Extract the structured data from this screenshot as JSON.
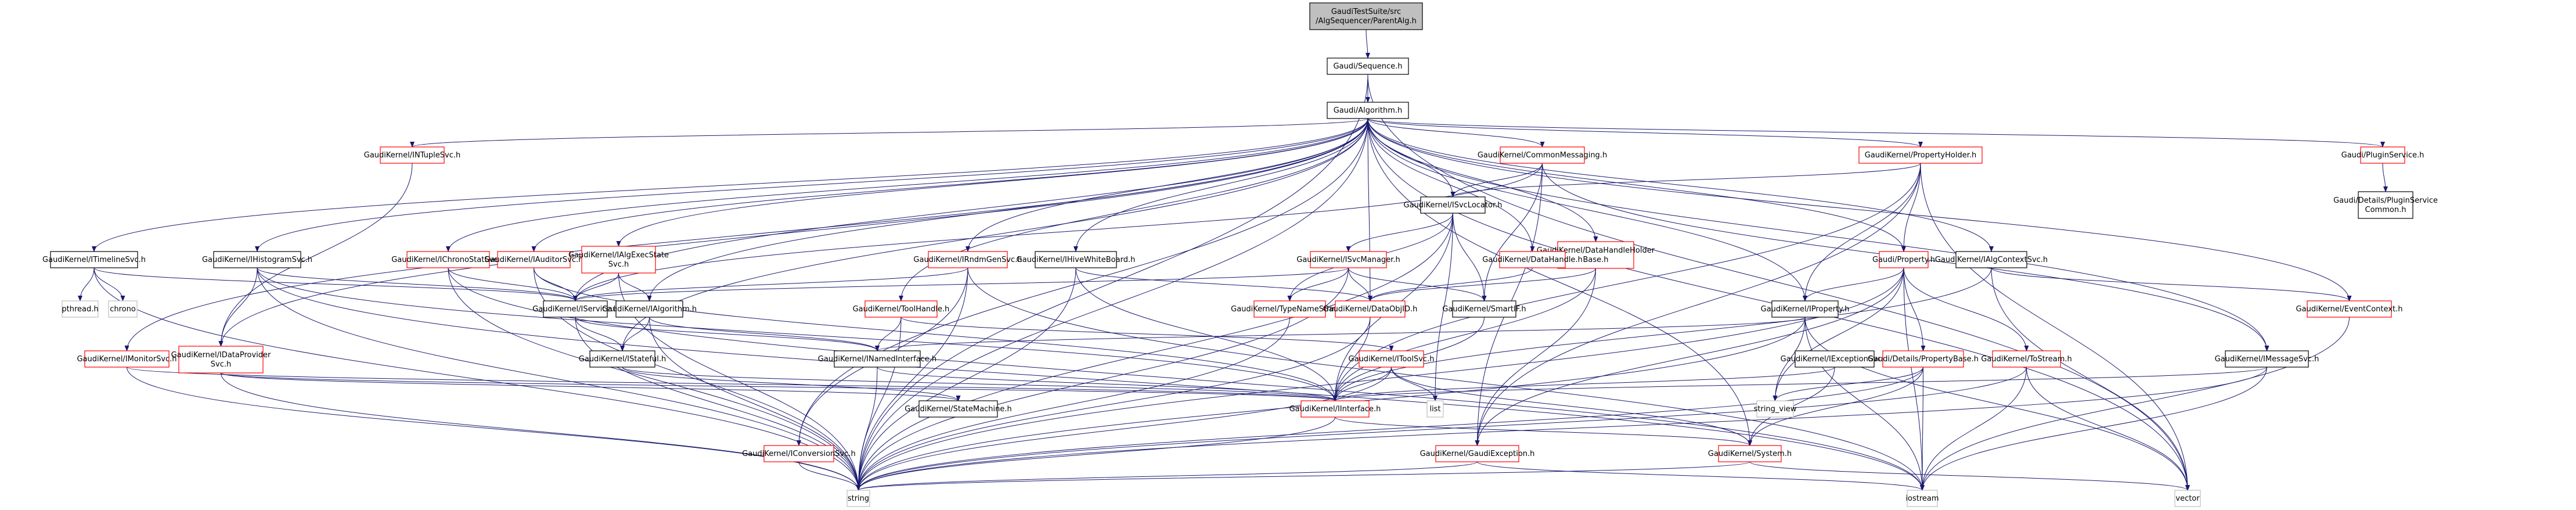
{
  "graph": {
    "title": "Include dependency graph for GaudiTestSuite/src/AlgSequencer/ParentAlg.h",
    "colors": {
      "edge": "#191970",
      "root_fill": "#bfbfbf",
      "root_border": "#000000",
      "documented_border": "#000000",
      "incomplete_border": "#ff0000",
      "system_border": "#bfbfbf",
      "fill": "#ffffff"
    },
    "nodes": [
      {
        "id": "root",
        "label": [
          "GaudiTestSuite/src",
          "/AlgSequencer/ParentAlg.h"
        ],
        "kind": "root"
      },
      {
        "id": "seq",
        "label": [
          "Gaudi/Sequence.h"
        ],
        "kind": "documented"
      },
      {
        "id": "alg",
        "label": [
          "Gaudi/Algorithm.h"
        ],
        "kind": "documented"
      },
      {
        "id": "ntuple",
        "label": [
          "GaudiKernel/INTupleSvc.h"
        ],
        "kind": "incomplete"
      },
      {
        "id": "common",
        "label": [
          "GaudiKernel/CommonMessaging.h"
        ],
        "kind": "incomplete"
      },
      {
        "id": "propholder",
        "label": [
          "GaudiKernel/PropertyHolder.h"
        ],
        "kind": "incomplete"
      },
      {
        "id": "plugin",
        "label": [
          "Gaudi/PluginService.h"
        ],
        "kind": "incomplete"
      },
      {
        "id": "plugincommon",
        "label": [
          "Gaudi/Details/PluginService",
          "Common.h"
        ],
        "kind": "documented"
      },
      {
        "id": "timeline",
        "label": [
          "GaudiKernel/ITimelineSvc.h"
        ],
        "kind": "documented"
      },
      {
        "id": "histo",
        "label": [
          "GaudiKernel/IHistogramSvc.h"
        ],
        "kind": "documented"
      },
      {
        "id": "chrono",
        "label": [
          "GaudiKernel/IChronoStatSvc.h"
        ],
        "kind": "incomplete"
      },
      {
        "id": "auditor",
        "label": [
          "GaudiKernel/IAuditorSvc.h"
        ],
        "kind": "incomplete"
      },
      {
        "id": "algexec",
        "label": [
          "GaudiKernel/IAlgExecState",
          "Svc.h"
        ],
        "kind": "incomplete"
      },
      {
        "id": "rndm",
        "label": [
          "GaudiKernel/IRndmGenSvc.h"
        ],
        "kind": "incomplete"
      },
      {
        "id": "hive",
        "label": [
          "GaudiKernel/IHiveWhiteBoard.h"
        ],
        "kind": "documented"
      },
      {
        "id": "svcloc",
        "label": [
          "GaudiKernel/ISvcLocator.h"
        ],
        "kind": "documented"
      },
      {
        "id": "svcmgr",
        "label": [
          "GaudiKernel/ISvcManager.h"
        ],
        "kind": "incomplete"
      },
      {
        "id": "dhholder",
        "label": [
          "GaudiKernel/DataHandleHolder",
          "Base.h"
        ],
        "kind": "incomplete"
      },
      {
        "id": "datahandle",
        "label": [
          "GaudiKernel/DataHandle.h"
        ],
        "kind": "incomplete"
      },
      {
        "id": "property",
        "label": [
          "Gaudi/Property.h"
        ],
        "kind": "incomplete"
      },
      {
        "id": "algctx",
        "label": [
          "GaudiKernel/IAlgContextSvc.h"
        ],
        "kind": "documented"
      },
      {
        "id": "pthread",
        "label": [
          "pthread.h"
        ],
        "kind": "system"
      },
      {
        "id": "chronostd",
        "label": [
          "chrono"
        ],
        "kind": "system"
      },
      {
        "id": "iservice",
        "label": [
          "GaudiKernel/IService.h"
        ],
        "kind": "documented"
      },
      {
        "id": "ialgorithm",
        "label": [
          "GaudiKernel/IAlgorithm.h"
        ],
        "kind": "documented"
      },
      {
        "id": "toolhandle",
        "label": [
          "GaudiKernel/ToolHandle.h"
        ],
        "kind": "incomplete"
      },
      {
        "id": "typename",
        "label": [
          "GaudiKernel/TypeNameString.h"
        ],
        "kind": "incomplete"
      },
      {
        "id": "dataobjid",
        "label": [
          "GaudiKernel/DataObjID.h"
        ],
        "kind": "incomplete"
      },
      {
        "id": "smartif",
        "label": [
          "GaudiKernel/SmartIF.h"
        ],
        "kind": "documented"
      },
      {
        "id": "iproperty",
        "label": [
          "GaudiKernel/IProperty.h"
        ],
        "kind": "documented"
      },
      {
        "id": "eventctx",
        "label": [
          "GaudiKernel/EventContext.h"
        ],
        "kind": "incomplete"
      },
      {
        "id": "monitor",
        "label": [
          "GaudiKernel/IMonitorSvc.h"
        ],
        "kind": "incomplete"
      },
      {
        "id": "dataprov",
        "label": [
          "GaudiKernel/IDataProvider",
          "Svc.h"
        ],
        "kind": "incomplete"
      },
      {
        "id": "istateful",
        "label": [
          "GaudiKernel/IStateful.h"
        ],
        "kind": "documented"
      },
      {
        "id": "named",
        "label": [
          "GaudiKernel/INamedInterface.h"
        ],
        "kind": "documented"
      },
      {
        "id": "itoolsvc",
        "label": [
          "GaudiKernel/IToolSvc.h"
        ],
        "kind": "incomplete"
      },
      {
        "id": "iexcept",
        "label": [
          "GaudiKernel/IExceptionSvc.h"
        ],
        "kind": "documented"
      },
      {
        "id": "propbase",
        "label": [
          "Gaudi/Details/PropertyBase.h"
        ],
        "kind": "incomplete"
      },
      {
        "id": "tostream",
        "label": [
          "GaudiKernel/ToStream.h"
        ],
        "kind": "incomplete"
      },
      {
        "id": "imessage",
        "label": [
          "GaudiKernel/IMessageSvc.h"
        ],
        "kind": "documented"
      },
      {
        "id": "statemachine",
        "label": [
          "GaudiKernel/StateMachine.h"
        ],
        "kind": "documented"
      },
      {
        "id": "iinterface",
        "label": [
          "GaudiKernel/IInterface.h"
        ],
        "kind": "incomplete"
      },
      {
        "id": "list",
        "label": [
          "list"
        ],
        "kind": "system"
      },
      {
        "id": "stringview",
        "label": [
          "string_view"
        ],
        "kind": "system"
      },
      {
        "id": "conversion",
        "label": [
          "GaudiKernel/IConversionSvc.h"
        ],
        "kind": "incomplete"
      },
      {
        "id": "exception",
        "label": [
          "GaudiKernel/GaudiException.h"
        ],
        "kind": "incomplete"
      },
      {
        "id": "system",
        "label": [
          "GaudiKernel/System.h"
        ],
        "kind": "incomplete"
      },
      {
        "id": "string",
        "label": [
          "string"
        ],
        "kind": "system"
      },
      {
        "id": "iostream",
        "label": [
          "iostream"
        ],
        "kind": "system"
      },
      {
        "id": "vector",
        "label": [
          "vector"
        ],
        "kind": "system"
      }
    ],
    "edges": [
      [
        "root",
        "seq"
      ],
      [
        "seq",
        "alg"
      ],
      [
        "seq",
        "string"
      ],
      [
        "seq",
        "vector"
      ],
      [
        "alg",
        "ntuple"
      ],
      [
        "alg",
        "common"
      ],
      [
        "alg",
        "propholder"
      ],
      [
        "alg",
        "plugin"
      ],
      [
        "alg",
        "timeline"
      ],
      [
        "alg",
        "histo"
      ],
      [
        "alg",
        "chrono"
      ],
      [
        "alg",
        "auditor"
      ],
      [
        "alg",
        "algexec"
      ],
      [
        "alg",
        "rndm"
      ],
      [
        "alg",
        "hive"
      ],
      [
        "alg",
        "svcloc"
      ],
      [
        "alg",
        "dhholder"
      ],
      [
        "alg",
        "datahandle"
      ],
      [
        "alg",
        "property"
      ],
      [
        "alg",
        "algctx"
      ],
      [
        "alg",
        "iservice"
      ],
      [
        "alg",
        "ialgorithm"
      ],
      [
        "alg",
        "toolhandle"
      ],
      [
        "alg",
        "dataobjid"
      ],
      [
        "alg",
        "iproperty"
      ],
      [
        "alg",
        "eventctx"
      ],
      [
        "alg",
        "monitor"
      ],
      [
        "alg",
        "dataprov"
      ],
      [
        "alg",
        "istateful"
      ],
      [
        "alg",
        "conversion"
      ],
      [
        "alg",
        "imessage"
      ],
      [
        "alg",
        "string"
      ],
      [
        "alg",
        "vector"
      ],
      [
        "alg",
        "system"
      ],
      [
        "plugin",
        "plugincommon"
      ],
      [
        "ntuple",
        "dataprov"
      ],
      [
        "common",
        "svcloc"
      ],
      [
        "common",
        "iservice"
      ],
      [
        "common",
        "imessage"
      ],
      [
        "common",
        "smartif"
      ],
      [
        "common",
        "exception"
      ],
      [
        "propholder",
        "svcloc"
      ],
      [
        "propholder",
        "property"
      ],
      [
        "propholder",
        "iproperty"
      ],
      [
        "propholder",
        "iinterface"
      ],
      [
        "propholder",
        "exception"
      ],
      [
        "propholder",
        "vector"
      ],
      [
        "timeline",
        "pthread"
      ],
      [
        "timeline",
        "chronostd"
      ],
      [
        "timeline",
        "iservice"
      ],
      [
        "timeline",
        "string"
      ],
      [
        "histo",
        "dataprov"
      ],
      [
        "histo",
        "iservice"
      ],
      [
        "histo",
        "string"
      ],
      [
        "histo",
        "iostream"
      ],
      [
        "histo",
        "iinterface"
      ],
      [
        "chrono",
        "iservice"
      ],
      [
        "chrono",
        "string"
      ],
      [
        "chrono",
        "iostream"
      ],
      [
        "auditor",
        "iservice"
      ],
      [
        "auditor",
        "string"
      ],
      [
        "auditor",
        "iinterface"
      ],
      [
        "algexec",
        "iservice"
      ],
      [
        "algexec",
        "ialgorithm"
      ],
      [
        "algexec",
        "string"
      ],
      [
        "rndm",
        "iservice"
      ],
      [
        "rndm",
        "conversion"
      ],
      [
        "rndm",
        "string"
      ],
      [
        "rndm",
        "iostream"
      ],
      [
        "hive",
        "iinterface"
      ],
      [
        "hive",
        "string"
      ],
      [
        "hive",
        "dataobjid"
      ],
      [
        "svcloc",
        "svcmgr"
      ],
      [
        "svcloc",
        "smartif"
      ],
      [
        "svcloc",
        "list"
      ],
      [
        "svcloc",
        "string"
      ],
      [
        "svcloc",
        "typename"
      ],
      [
        "svcloc",
        "iinterface"
      ],
      [
        "svcmgr",
        "iservice"
      ],
      [
        "svcmgr",
        "typename"
      ],
      [
        "svcmgr",
        "smartif"
      ],
      [
        "svcmgr",
        "string"
      ],
      [
        "svcmgr",
        "dataobjid"
      ],
      [
        "dhholder",
        "datahandle"
      ],
      [
        "dhholder",
        "dataobjid"
      ],
      [
        "dhholder",
        "iinterface"
      ],
      [
        "dhholder",
        "exception"
      ],
      [
        "datahandle",
        "dataobjid"
      ],
      [
        "property",
        "iproperty"
      ],
      [
        "property",
        "propbase"
      ],
      [
        "property",
        "tostream"
      ],
      [
        "property",
        "string"
      ],
      [
        "property",
        "iostream"
      ],
      [
        "property",
        "stringview"
      ],
      [
        "property",
        "exception"
      ],
      [
        "algctx",
        "eventctx"
      ],
      [
        "algctx",
        "iinterface"
      ],
      [
        "algctx",
        "vector"
      ],
      [
        "iservice",
        "istateful"
      ],
      [
        "iservice",
        "named"
      ],
      [
        "iservice",
        "string"
      ],
      [
        "ialgorithm",
        "istateful"
      ],
      [
        "ialgorithm",
        "named"
      ],
      [
        "ialgorithm",
        "string"
      ],
      [
        "toolhandle",
        "named"
      ],
      [
        "toolhandle",
        "itoolsvc"
      ],
      [
        "toolhandle",
        "string"
      ],
      [
        "typename",
        "string"
      ],
      [
        "dataobjid",
        "iinterface"
      ],
      [
        "dataobjid",
        "string"
      ],
      [
        "smartif",
        "iinterface"
      ],
      [
        "iproperty",
        "named"
      ],
      [
        "iproperty",
        "stringview"
      ],
      [
        "iproperty",
        "string"
      ],
      [
        "iproperty",
        "vector"
      ],
      [
        "iproperty",
        "iostream"
      ],
      [
        "eventctx",
        "iostream"
      ],
      [
        "monitor",
        "iinterface"
      ],
      [
        "monitor",
        "string"
      ],
      [
        "dataprov",
        "iinterface"
      ],
      [
        "dataprov",
        "string"
      ],
      [
        "dataprov",
        "statemachine"
      ],
      [
        "istateful",
        "iinterface"
      ],
      [
        "istateful",
        "statemachine"
      ],
      [
        "named",
        "iinterface"
      ],
      [
        "named",
        "string"
      ],
      [
        "itoolsvc",
        "iinterface"
      ],
      [
        "itoolsvc",
        "list"
      ],
      [
        "itoolsvc",
        "string"
      ],
      [
        "itoolsvc",
        "system"
      ],
      [
        "iexcept",
        "iinterface"
      ],
      [
        "iexcept",
        "system"
      ],
      [
        "propbase",
        "stringview"
      ],
      [
        "propbase",
        "string"
      ],
      [
        "propbase",
        "iostream"
      ],
      [
        "propbase",
        "system"
      ],
      [
        "tostream",
        "string"
      ],
      [
        "tostream",
        "iostream"
      ],
      [
        "tostream",
        "vector"
      ],
      [
        "imessage",
        "iinterface"
      ],
      [
        "imessage",
        "string"
      ],
      [
        "imessage",
        "iostream"
      ],
      [
        "iinterface",
        "system"
      ],
      [
        "iinterface",
        "string"
      ],
      [
        "conversion",
        "string"
      ],
      [
        "exception",
        "string"
      ],
      [
        "exception",
        "iostream"
      ],
      [
        "system",
        "string"
      ],
      [
        "system",
        "vector"
      ]
    ]
  }
}
